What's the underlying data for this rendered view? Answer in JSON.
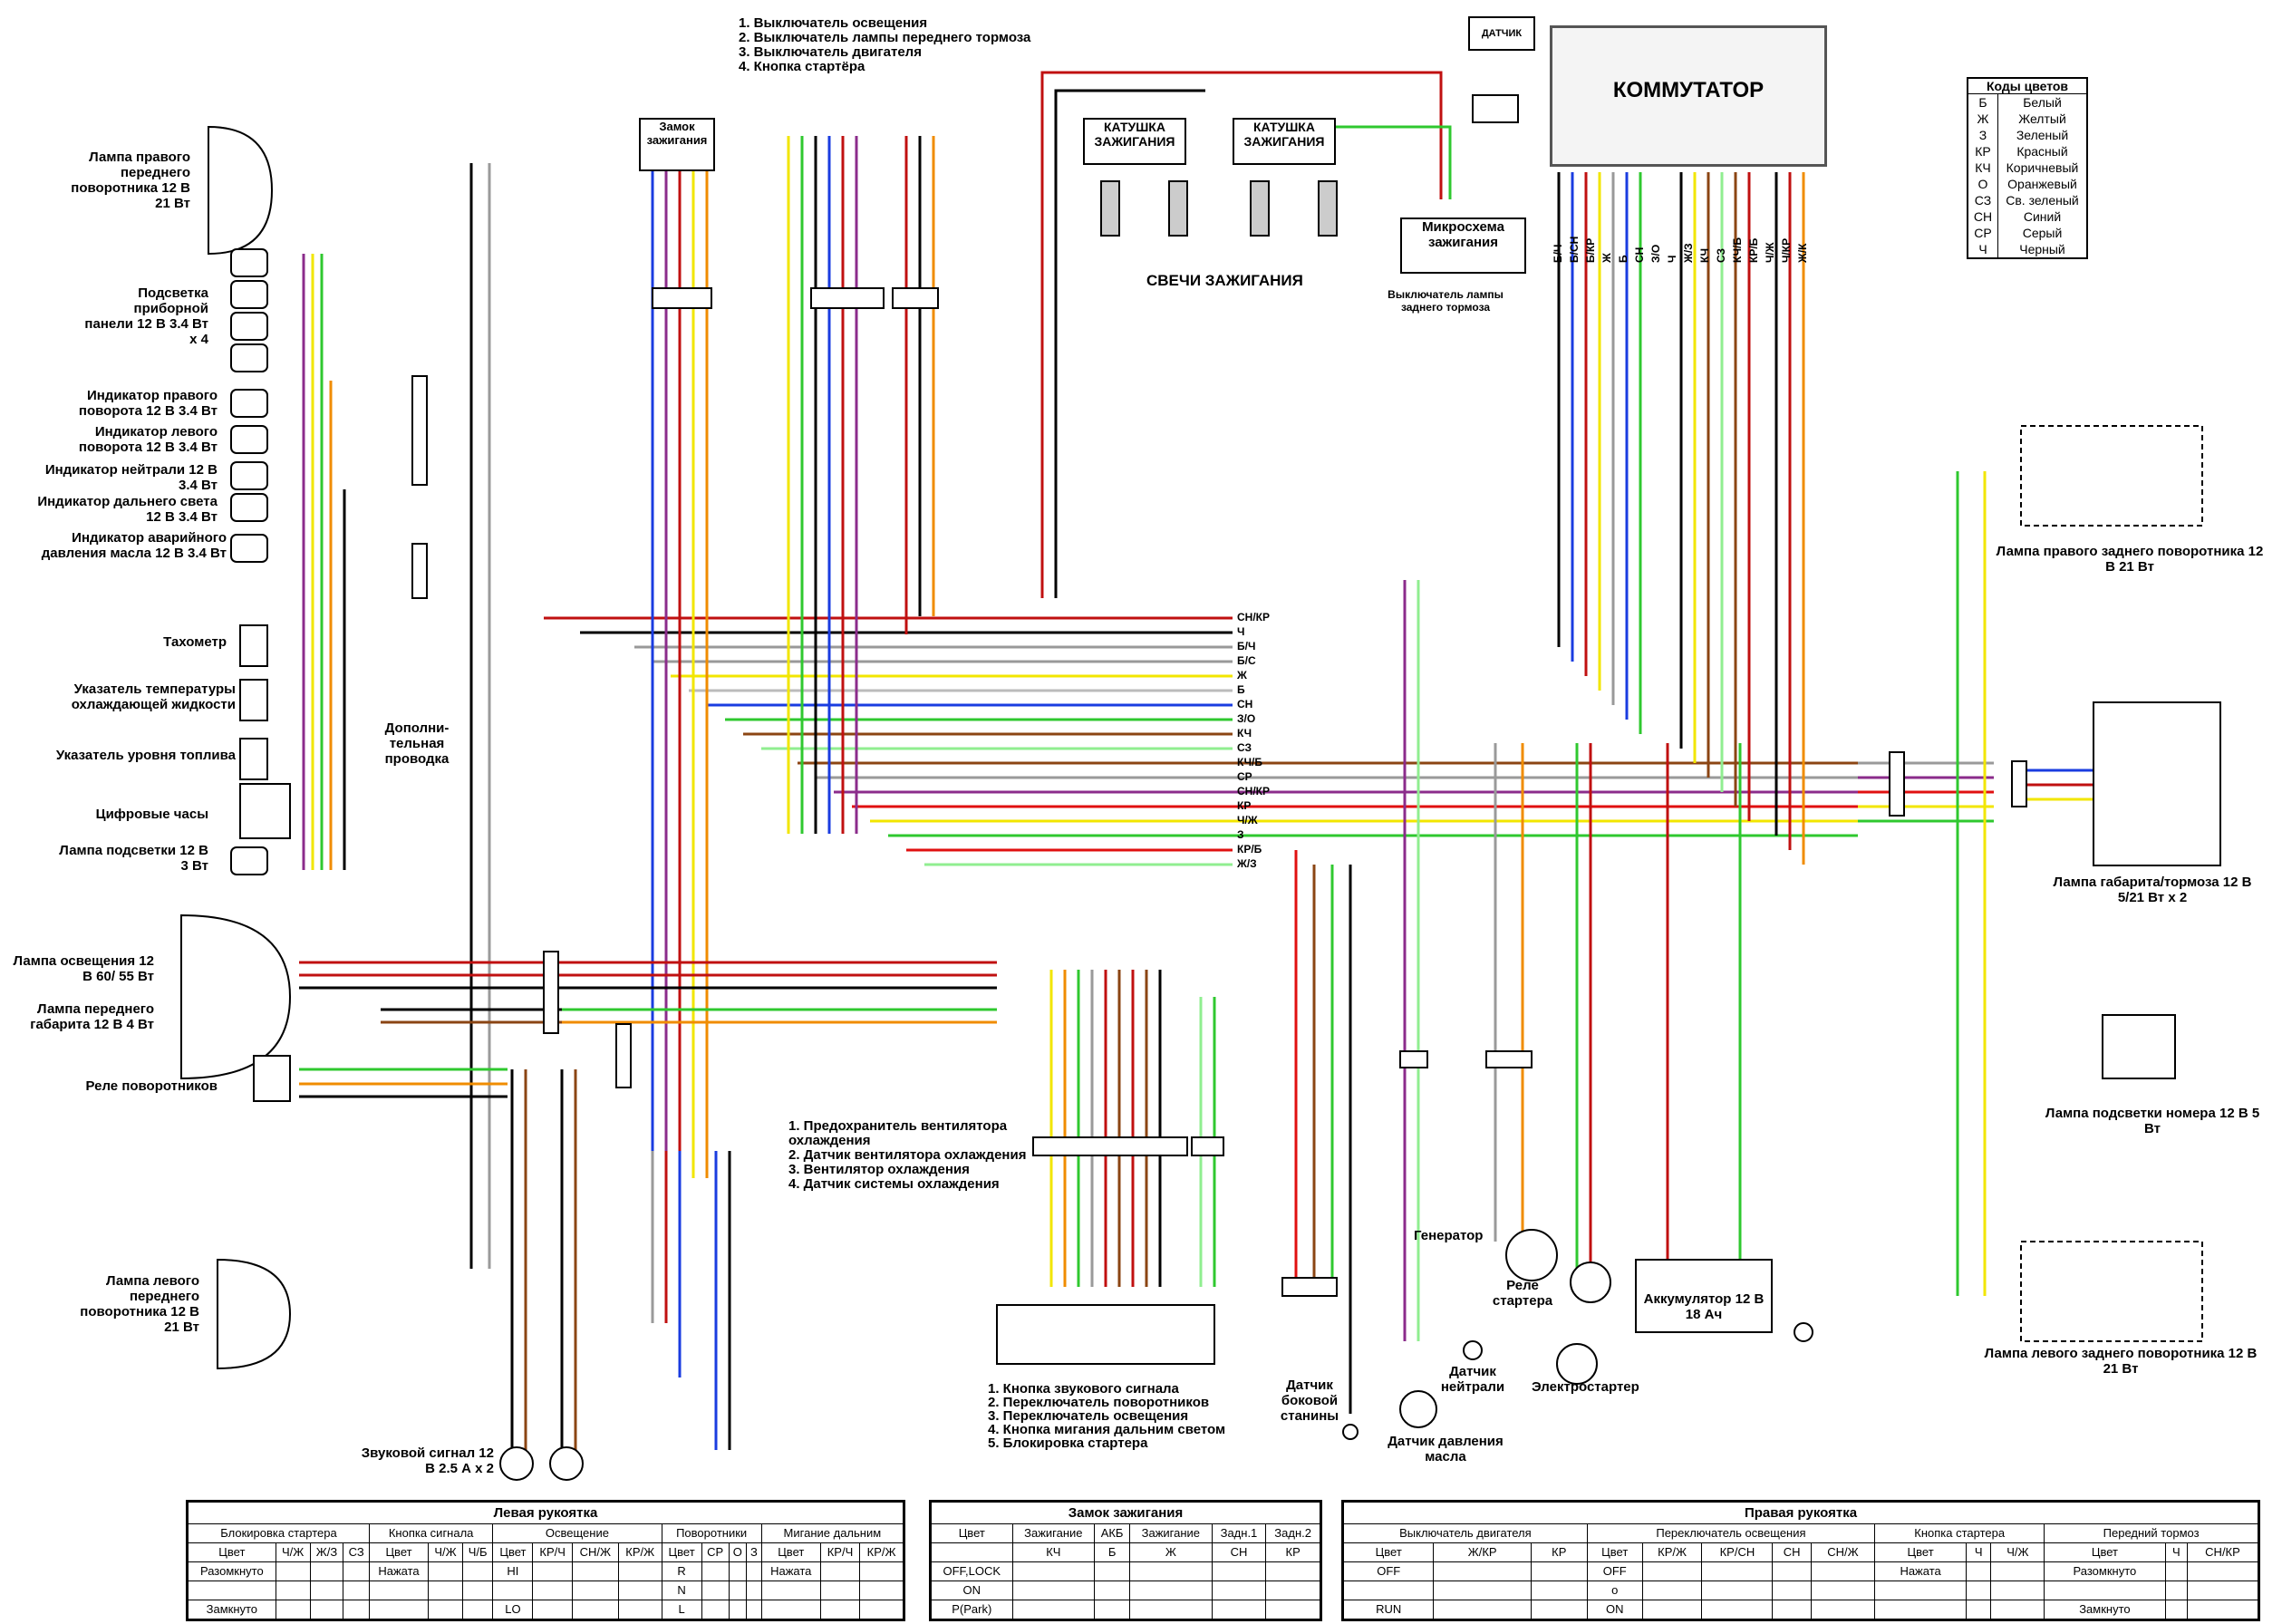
{
  "header_list": {
    "items": [
      "1. Выключатель освещения",
      "2. Выключатель лампы переднего тормоза",
      "3. Выключатель двигателя",
      "4. Кнопка стартёра"
    ]
  },
  "blocks": {
    "ignition_lock": "Замок зажигания",
    "sensor": "ДАТЧИК",
    "commutator": "КОММУТАТОР",
    "microchip": "Микросхема зажигания",
    "coil": "КАТУШКА ЗАЖИГАНИЯ",
    "spark_plugs": "СВЕЧИ ЗАЖИГАНИЯ",
    "rear_brake_switch": "Выключатель лампы заднего тормоза",
    "extra_wiring": "Дополни-тельная проводка"
  },
  "left_labels": [
    "Лампа правого переднего поворотника 12 В 21 Вт",
    "Подсветка приборной панели 12 В 3.4 Вт х 4",
    "Индикатор правого поворота 12 В 3.4 Вт",
    "Индикатор левого поворота 12 В 3.4 Вт",
    "Индикатор нейтрали 12 В 3.4 Вт",
    "Индикатор дальнего света 12 В 3.4 Вт",
    "Индикатор аварийного давления масла 12 В 3.4 Вт",
    "Тахометр",
    "Указатель температуры охлаждающей жидкости",
    "Указатель уровня топлива",
    "Цифровые часы",
    "Лампа подсветки 12 В 3 Вт",
    "Лампа освещения 12 В 60/ 55 Вт",
    "Лампа переднего габарита 12 В 4 Вт",
    "Реле поворотников",
    "Лампа левого переднего поворотника 12 В 21 Вт",
    "Звуковой сигнал 12 В 2.5 А х 2"
  ],
  "right_labels": [
    "Лампа правого заднего поворотника 12 В 21 Вт",
    "Лампа габарита/тормоза 12 В 5/21 Вт х 2",
    "Лампа подсветки номера 12 В 5 Вт",
    "Лампа левого заднего поворотника 12 В 21 Вт"
  ],
  "bottom_labels": {
    "cooling_list": [
      "1. Предохранитель вентилятора охлаждения",
      "2. Датчик вентилятора охлаждения",
      "3. Вентилятор охлаждения",
      "4. Датчик системы охлаждения"
    ],
    "left_grip_list": [
      "1. Кнопка звукового сигнала",
      "2. Переключатель поворотников",
      "3. Переключатель освещения",
      "4. Кнопка мигания дальним светом",
      "5. Блокировка стартера"
    ],
    "side_stand": "Датчик боковой станины",
    "oil_pressure": "Датчик давления масла",
    "neutral": "Датчик нейтрали",
    "generator": "Генератор",
    "starter_relay": "Реле стартера",
    "starter": "Электростартер",
    "battery": "Аккумулятор 12 В 18 Ач"
  },
  "color_codes": {
    "title": "Коды цветов",
    "rows": [
      {
        "code": "Б",
        "name": "Белый",
        "hex": "#ffffff"
      },
      {
        "code": "Ж",
        "name": "Желтый",
        "hex": "#f2e600"
      },
      {
        "code": "З",
        "name": "Зеленый",
        "hex": "#2fc82f"
      },
      {
        "code": "КР",
        "name": "Красный",
        "hex": "#e01010"
      },
      {
        "code": "КЧ",
        "name": "Коричневый",
        "hex": "#8b4513"
      },
      {
        "code": "О",
        "name": "Оранжевый",
        "hex": "#f08c00"
      },
      {
        "code": "СЗ",
        "name": "Св. зеленый",
        "hex": "#90ee90"
      },
      {
        "code": "СН",
        "name": "Синий",
        "hex": "#1a3ce0"
      },
      {
        "code": "СР",
        "name": "Серый",
        "hex": "#9a9a9a"
      },
      {
        "code": "Ч",
        "name": "Черный",
        "hex": "#000000"
      }
    ]
  },
  "bus_labels_right": [
    "СН/КР",
    "Ч",
    "Б/Ч",
    "Б/С",
    "Ж",
    "Б",
    "СН",
    "З/О",
    "КЧ",
    "СЗ",
    "КЧ/Б",
    "СР",
    "СН/КР",
    "КР",
    "Ч/Ж",
    "З",
    "КР/Б",
    "Ж/З"
  ],
  "commutator_pins": [
    "Б/Ч",
    "Б/СН",
    "Б/КР",
    "Ж",
    "Б",
    "СН",
    "З/О",
    "Ч",
    "Ж/З",
    "КЧ",
    "СЗ",
    "КЧ/Б",
    "КР/Б",
    "Ч/Ж",
    "Ч/КР",
    "Ж/К"
  ],
  "tables": {
    "left_grip": {
      "title": "Левая рукоятка",
      "groups": [
        "Блокировка стартера",
        "Кнопка сигнала",
        "Освещение",
        "Поворотники",
        "Мигание дальним"
      ],
      "header": [
        "Цвет",
        "Ч/Ж",
        "Ж/З",
        "СЗ",
        "Цвет",
        "Ч/Ж",
        "Ч/Б",
        "Цвет",
        "КР/Ч",
        "СН/Ж",
        "КР/Ж",
        "Цвет",
        "СР",
        "О",
        "З",
        "Цвет",
        "КР/Ч",
        "КР/Ж"
      ],
      "rows": [
        [
          "Разомкнуто",
          "",
          "",
          "",
          "Нажата",
          "",
          "",
          "HI",
          "",
          "",
          "",
          "R",
          "",
          "",
          "",
          "Нажата",
          "",
          ""
        ],
        [
          "",
          "",
          "",
          "",
          "",
          "",
          "",
          "",
          "",
          "",
          "",
          "N",
          "",
          "",
          "",
          "",
          "",
          ""
        ],
        [
          "Замкнуто",
          "",
          "",
          "",
          "",
          "",
          "",
          "LO",
          "",
          "",
          "",
          "L",
          "",
          "",
          "",
          "",
          "",
          ""
        ]
      ]
    },
    "ignition": {
      "title": "Замок зажигания",
      "header": [
        "Цвет",
        "Зажигание",
        "АКБ",
        "Зажигание",
        "Задн.1",
        "Задн.2"
      ],
      "header2": [
        "",
        "КЧ",
        "Б",
        "Ж",
        "СН",
        "КР"
      ],
      "rows": [
        [
          "OFF,LOCK"
        ],
        [
          "ON"
        ],
        [
          "P(Park)"
        ]
      ]
    },
    "right_grip": {
      "title": "Правая рукоятка",
      "groups": [
        "Выключатель двигателя",
        "Переключатель освещения",
        "Кнопка стартера",
        "Передний тормоз"
      ],
      "header": [
        "Цвет",
        "Ж/КР",
        "КР",
        "Цвет",
        "КР/Ж",
        "КР/СН",
        "СН",
        "СН/Ж",
        "Цвет",
        "Ч",
        "Ч/Ж",
        "Цвет",
        "Ч",
        "СН/КР"
      ],
      "rows": [
        [
          "OFF",
          "",
          "",
          "OFF",
          "",
          "",
          "",
          "",
          "Нажата",
          "",
          "",
          "Разомкнуто",
          "",
          ""
        ],
        [
          "",
          "",
          "",
          "о",
          "",
          "",
          "",
          "",
          "",
          "",
          "",
          "",
          "",
          ""
        ],
        [
          "RUN",
          "",
          "",
          "ON",
          "",
          "",
          "",
          "",
          "",
          "",
          "",
          "Замкнуто",
          "",
          ""
        ]
      ]
    }
  }
}
